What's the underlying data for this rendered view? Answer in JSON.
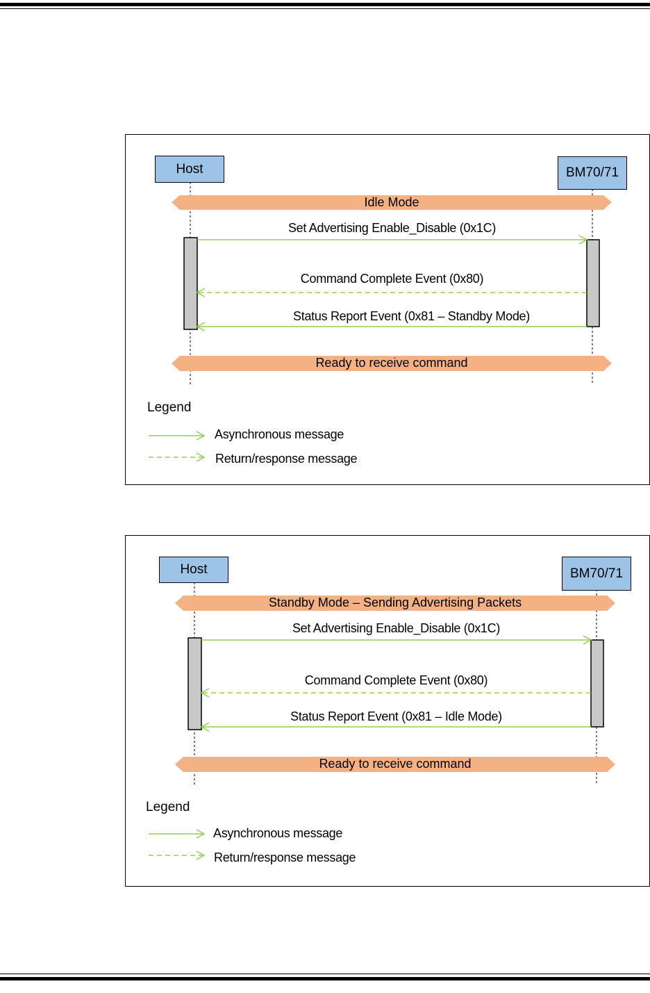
{
  "colors": {
    "participant_fill": "#9dc3e6",
    "band_fill": "#f4b183",
    "message_line": "#92d050",
    "activation_fill": "#c8c8c8"
  },
  "diagrams": [
    {
      "participants": {
        "left": "Host",
        "right": "BM70/71"
      },
      "top_band": "Idle Mode",
      "messages": [
        {
          "label": "Set Advertising Enable_Disable (0x1C)",
          "direction": "host-to-module",
          "style": "solid"
        },
        {
          "label": "Command Complete Event (0x80)",
          "direction": "module-to-host",
          "style": "dashed"
        },
        {
          "label": "Status Report Event (0x81 – Standby Mode)",
          "direction": "module-to-host",
          "style": "solid"
        }
      ],
      "bottom_band": "Ready to receive command",
      "legend": {
        "title": "Legend",
        "async": "Asynchronous message",
        "response": "Return/response message"
      }
    },
    {
      "participants": {
        "left": "Host",
        "right": "BM70/71"
      },
      "top_band": "Standby Mode – Sending Advertising Packets",
      "messages": [
        {
          "label": "Set Advertising Enable_Disable (0x1C)",
          "direction": "host-to-module",
          "style": "solid"
        },
        {
          "label": "Command Complete Event (0x80)",
          "direction": "module-to-host",
          "style": "dashed"
        },
        {
          "label": "Status Report Event (0x81 – Idle Mode)",
          "direction": "module-to-host",
          "style": "solid"
        }
      ],
      "bottom_band": "Ready to receive command",
      "legend": {
        "title": "Legend",
        "async": "Asynchronous message",
        "response": "Return/response message"
      }
    }
  ]
}
